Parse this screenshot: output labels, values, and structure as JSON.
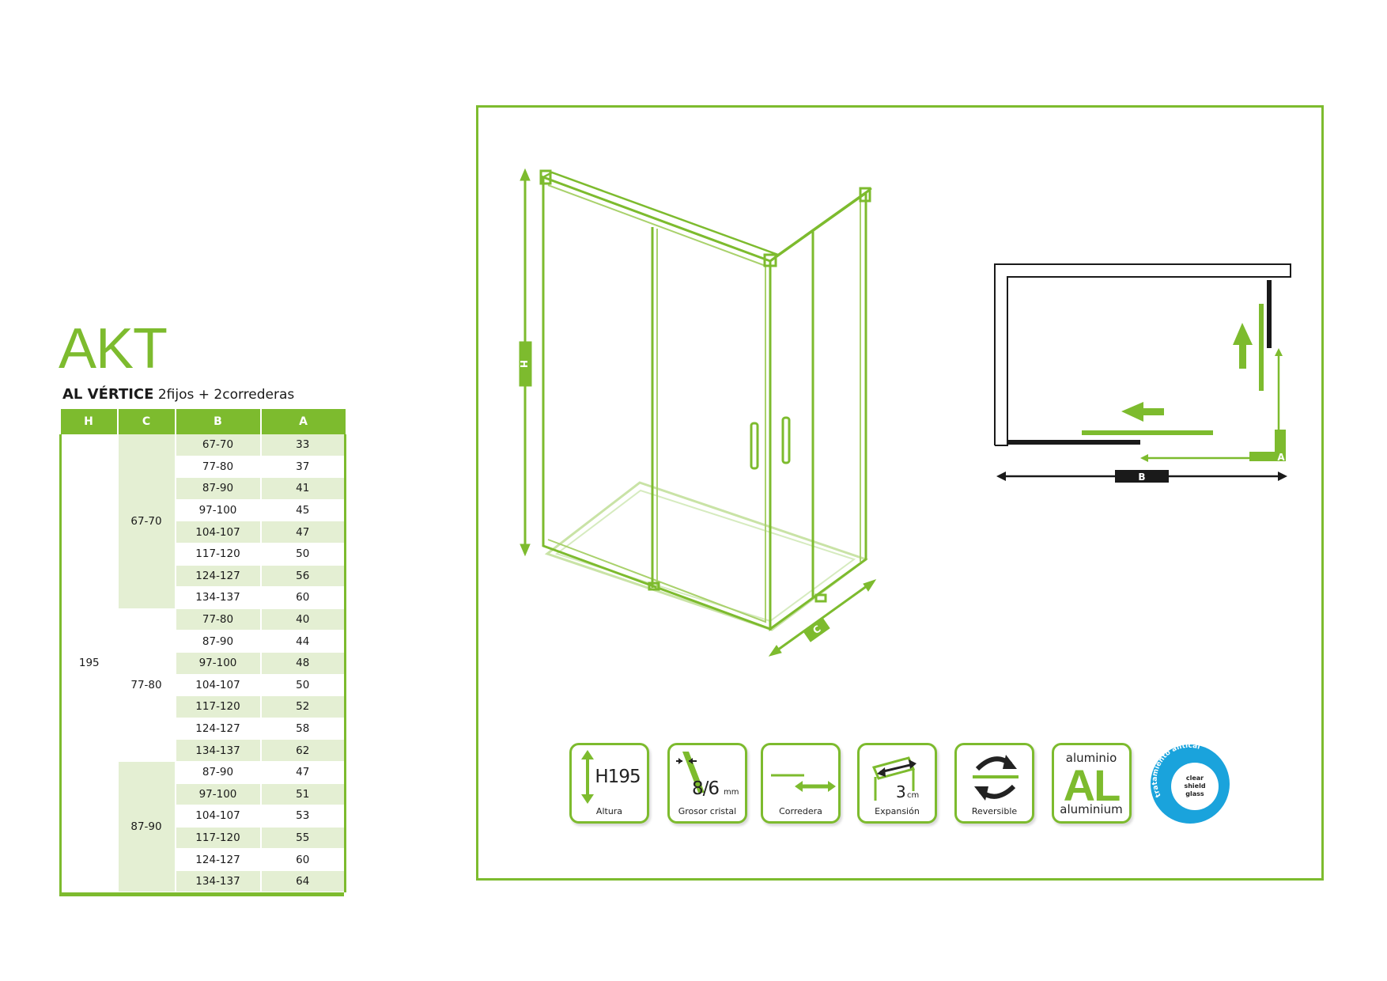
{
  "brand": {
    "title": "AKT",
    "model": "AL VÉRTICE",
    "config": "2fijos + 2correderas"
  },
  "table": {
    "headers": [
      "H",
      "C",
      "B",
      "A"
    ],
    "h_value": "195",
    "groups": [
      {
        "c": "67-70",
        "rows": [
          [
            "67-70",
            "33"
          ],
          [
            "77-80",
            "37"
          ],
          [
            "87-90",
            "41"
          ],
          [
            "97-100",
            "45"
          ],
          [
            "104-107",
            "47"
          ],
          [
            "117-120",
            "50"
          ],
          [
            "124-127",
            "56"
          ],
          [
            "134-137",
            "60"
          ]
        ]
      },
      {
        "c": "77-80",
        "rows": [
          [
            "77-80",
            "40"
          ],
          [
            "87-90",
            "44"
          ],
          [
            "97-100",
            "48"
          ],
          [
            "104-107",
            "50"
          ],
          [
            "117-120",
            "52"
          ],
          [
            "124-127",
            "58"
          ],
          [
            "134-137",
            "62"
          ]
        ]
      },
      {
        "c": "87-90",
        "rows": [
          [
            "87-90",
            "47"
          ],
          [
            "97-100",
            "51"
          ],
          [
            "104-107",
            "53"
          ],
          [
            "117-120",
            "55"
          ],
          [
            "124-127",
            "60"
          ],
          [
            "134-137",
            "64"
          ]
        ]
      }
    ]
  },
  "diagram": {
    "label_h": "H",
    "label_c": "C",
    "label_b": "B",
    "label_a": "A"
  },
  "badges": {
    "altura": {
      "value": "H195",
      "label": "Altura"
    },
    "grosor": {
      "value": "8/6",
      "unit": "mm",
      "label": "Grosor cristal"
    },
    "corredera": {
      "label": "Corredera"
    },
    "expansion": {
      "value": "3",
      "unit": "cm",
      "label": "Expansión"
    },
    "reversible": {
      "label": "Reversible"
    },
    "aluminio": {
      "top": "aluminio",
      "mark": "AL",
      "bottom": "aluminium"
    },
    "anticalc": {
      "arc": "tratamiento antical",
      "line1": "clear",
      "line2": "shield",
      "line3": "glass"
    }
  },
  "colors": {
    "accent": "#7dbb2e",
    "tint": "#e4efd3",
    "blue": "#1aa3dc"
  }
}
